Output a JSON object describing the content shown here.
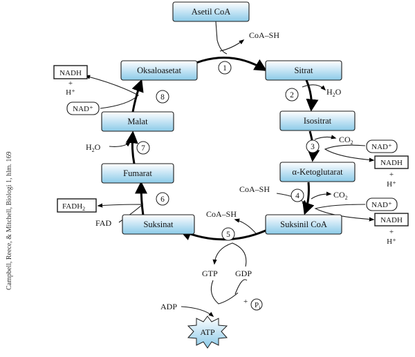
{
  "steps": {
    "acetyl": "Asetil CoA",
    "oxaloacetate": "Oksaloasetat",
    "citrate": "Sitrat",
    "isocitrate": "Isositrat",
    "ketoglutarate": "α-Ketoglutarat",
    "succinylcoa": "Suksinil CoA",
    "succinate": "Suksinat",
    "fumarate": "Fumarat",
    "malate": "Malat"
  },
  "numbers": [
    "1",
    "2",
    "3",
    "4",
    "5",
    "6",
    "7",
    "8"
  ],
  "molecules": {
    "coash": "CoA–SH",
    "h2o_h": "H",
    "h2o_sub": "2",
    "h2o_o": "O",
    "co2_c": "CO",
    "co2_sub": "2",
    "nadplus": "NAD⁺",
    "nadh": "NADH",
    "plus": "+",
    "hplus": "H⁺",
    "fadh_main": "FADH",
    "fadh_sub": "2",
    "fad": "FAD",
    "gtp": "GTP",
    "gdp": "GDP",
    "adp": "ADP",
    "atp": "ATP",
    "pi_p": "P",
    "pi_sub": "i"
  },
  "credit": "Campbell, Reece, & Mitchell, Biologi 1, hlm. 169"
}
